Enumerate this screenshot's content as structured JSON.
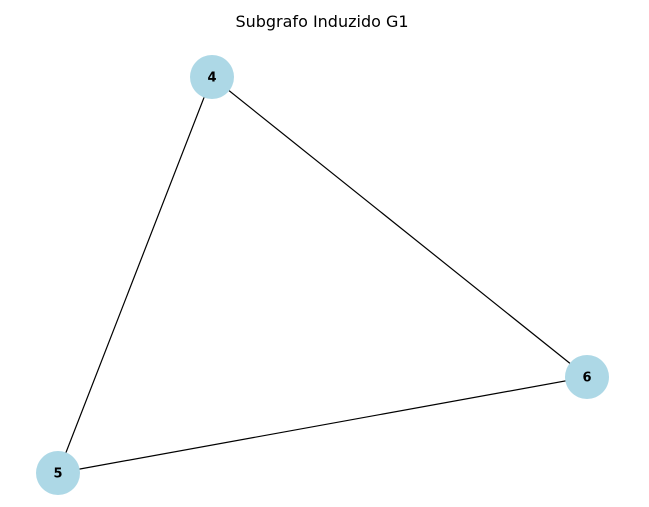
{
  "figure": {
    "title": "Subgrafo Induzido G1"
  },
  "graph": {
    "node_color": "#add8e6",
    "edge_color": "#000000",
    "nodes": [
      {
        "id": "4",
        "label": "4"
      },
      {
        "id": "5",
        "label": "5"
      },
      {
        "id": "6",
        "label": "6"
      }
    ],
    "edges": [
      {
        "source": "4",
        "target": "5"
      },
      {
        "source": "4",
        "target": "6"
      },
      {
        "source": "5",
        "target": "6"
      }
    ]
  }
}
